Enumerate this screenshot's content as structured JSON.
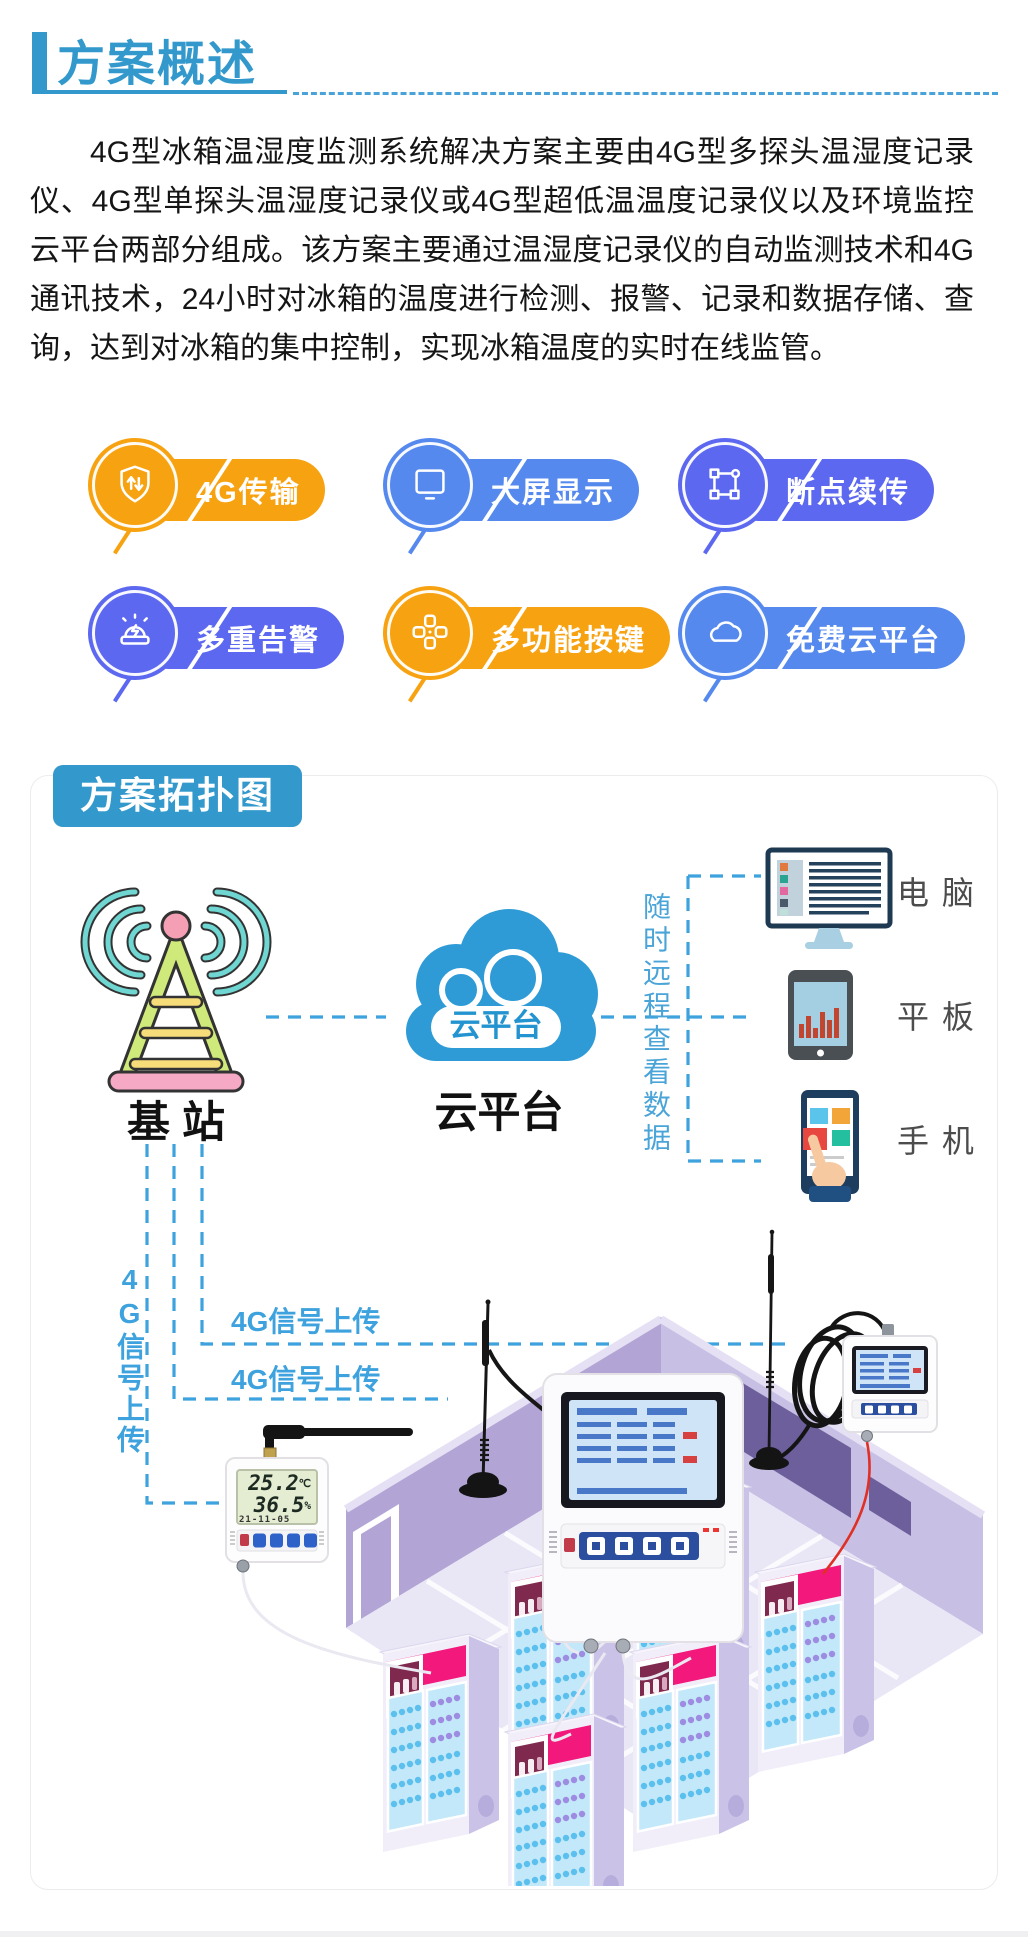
{
  "overview": {
    "title": "方案概述",
    "accent_color": "#3398cb",
    "paragraph": "4G型冰箱温湿度监测系统解决方案主要由4G型多探头温湿度记录仪、4G型单探头温湿度记录仪或4G型超低温温度记录仪以及环境监控云平台两部分组成。该方案主要通过温湿度记录仪的自动监测技术和4G通讯技术，24小时对冰箱的温度进行检测、报警、记录和数据存储、查询，达到对冰箱的集中控制，实现冰箱温度的实时在线监管。"
  },
  "features": [
    {
      "label": "4G传输",
      "color": "#f7a211",
      "icon": "shield-sync-icon"
    },
    {
      "label": "大屏显示",
      "color": "#5589ee",
      "icon": "monitor-icon"
    },
    {
      "label": "断点续传",
      "color": "#5d68f0",
      "icon": "route-nodes-icon"
    },
    {
      "label": "多重告警",
      "color": "#5d68f0",
      "icon": "alarm-siren-icon"
    },
    {
      "label": "多功能按键",
      "color": "#f7a211",
      "icon": "keypad-icon"
    },
    {
      "label": "免费云平台",
      "color": "#5589ee",
      "icon": "cloud-icon"
    }
  ],
  "topology": {
    "title": "方案拓扑图",
    "base_station_label": "基 站",
    "cloud_inner_label": "云平台",
    "cloud_label": "云平台",
    "remote_view_text": "随时远程查看数据",
    "devices": [
      {
        "label": "电 脑"
      },
      {
        "label": "平 板"
      },
      {
        "label": "手 机"
      }
    ],
    "upload_labels": [
      "4G信号上传",
      "4G信号上传",
      "4G信号上传"
    ],
    "logger_display": {
      "temperature": "25.2",
      "temp_unit": "℃",
      "humidity": "36.5",
      "hum_unit": "%",
      "date": "21-11-05"
    },
    "line_color": "#3da2dd",
    "cloud_color": "#2e9bd6"
  }
}
